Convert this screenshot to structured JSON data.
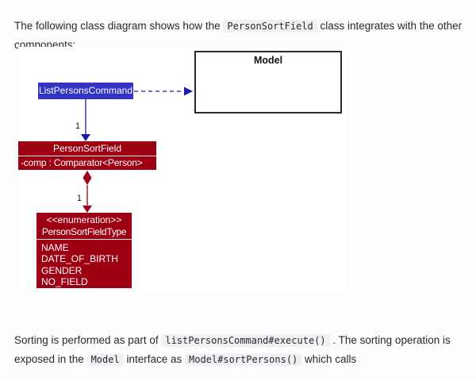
{
  "page": {
    "background": "#fdfdfd",
    "paragraph_top": {
      "segments": [
        {
          "text": "The following class diagram shows how the "
        },
        {
          "code": "PersonSortField"
        },
        {
          "text": " class integrates with the other components:"
        }
      ]
    },
    "paragraph_bottom": {
      "segments": [
        {
          "text": "Sorting is performed as part of "
        },
        {
          "code": "listPersonsCommand#execute()"
        },
        {
          "text": " . The sorting operation is exposed in the "
        },
        {
          "code": "Model"
        },
        {
          "text": " interface as "
        },
        {
          "code": "Model#sortPersons()"
        },
        {
          "text": " which calls"
        }
      ]
    }
  },
  "diagram": {
    "type": "uml-class-diagram",
    "colors": {
      "logic_blue": "#3333C4",
      "model_red": "#9D0012",
      "arrow_blue": "#1b1bb3",
      "arrow_red": "#9D0012",
      "box_border": "#2a2a2a",
      "diagram_bg": "#ffffff"
    },
    "classes": {
      "model": {
        "name": "Model"
      },
      "list_persons_command": {
        "name": "ListPersonsCommand"
      },
      "person_sort_field": {
        "name": "PersonSortField",
        "attribute": "-comp : Comparator<Person>"
      },
      "person_sort_field_type": {
        "stereotype": "<<enumeration>>",
        "name": "PersonSortFieldType",
        "values": [
          "NAME",
          "DATE_OF_BIRTH",
          "GENDER",
          "NO_FIELD"
        ]
      }
    },
    "relations": [
      {
        "from": "ListPersonsCommand",
        "to": "Model",
        "style": "dashed-dependency",
        "multiplicity": ""
      },
      {
        "from": "ListPersonsCommand",
        "to": "PersonSortField",
        "style": "solid-arrow",
        "multiplicity": "1"
      },
      {
        "from": "PersonSortField",
        "to": "PersonSortFieldType",
        "style": "composition",
        "multiplicity": "1"
      }
    ]
  }
}
